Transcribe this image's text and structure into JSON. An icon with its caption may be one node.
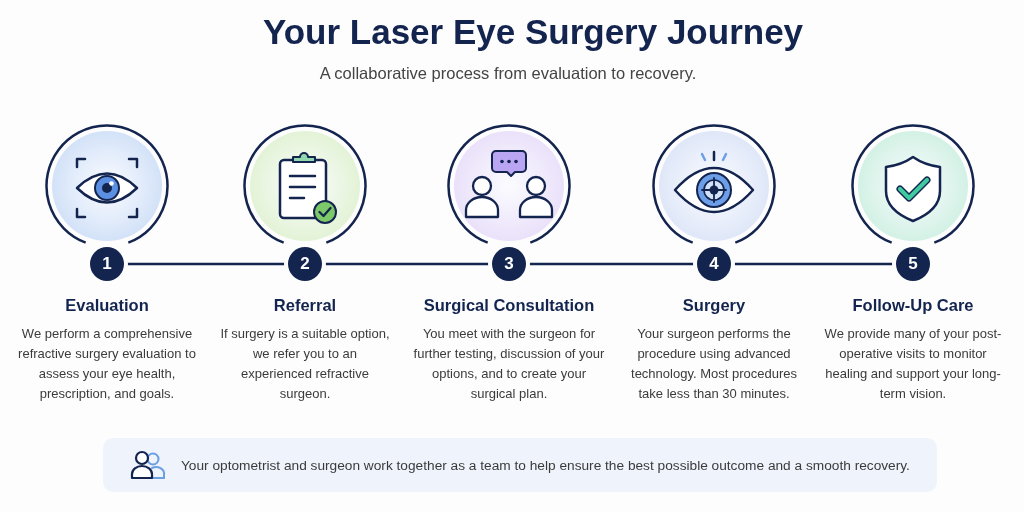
{
  "diagram": {
    "title": "Your Laser Eye Surgery Journey",
    "nodes": [
      {
        "text": [
          "1"
        ],
        "beside": [
          "Evaluation",
          "We perform a comprehensive refractive surgery evaluation to assess your eye health, prescription, and goals."
        ]
      },
      {
        "text": [
          "2"
        ],
        "beside": [
          "Referral",
          "If surgery is a suitable option, we refer you to an experienced refractive surgeon."
        ]
      },
      {
        "text": [
          "3"
        ],
        "beside": [
          "Surgical Consultation",
          "You meet with the surgeon for further testing, discussion of your options, and to create your surgical plan."
        ]
      },
      {
        "text": [
          "4"
        ],
        "beside": [
          "Surgery",
          "Your surgeon performs the procedure using advanced technology. Most procedures take less than 30 minutes."
        ]
      },
      {
        "text": [
          "5"
        ],
        "beside": [
          "Follow-Up Care",
          "We provide many of your post-operative visits to monitor healing and support your long-term vision."
        ]
      },
      {
        "text": [
          "Your optometrist and surgeon work together as a team to help ensure the best possible outcome and a smooth recovery."
        ]
      }
    ],
    "edges": [
      {
        "from": 0,
        "to": 1,
        "arrow": "none"
      },
      {
        "from": 1,
        "to": 2,
        "arrow": "none"
      },
      {
        "from": 2,
        "to": 3,
        "arrow": "none"
      },
      {
        "from": 3,
        "to": 4,
        "arrow": "none"
      }
    ],
    "labels": [
      "A collaborative process from evaluation to recovery."
    ]
  }
}
